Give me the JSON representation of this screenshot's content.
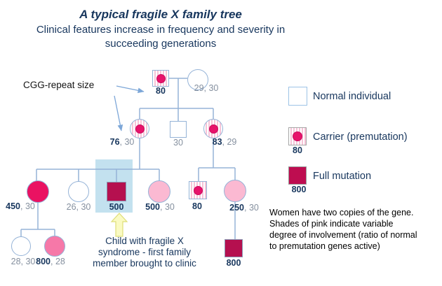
{
  "header": {
    "title": "A typical fragile X family tree",
    "subtitle": "Clinical features increase in frequency and severity in\nsucceeding generations"
  },
  "annotations": {
    "cgg_label": "CGG-repeat size",
    "child_note": "Child with fragile X\nsyndrome - first family\nmember brought to clinic",
    "women_note": "Women have two copies of the gene.\nShades of pink indicate variable\ndegree of involvement (ratio of normal\nto premutation genes active)"
  },
  "legend": {
    "items": [
      {
        "label": "Normal individual",
        "value": ""
      },
      {
        "label": "Carrier (premutation)",
        "value": "80"
      },
      {
        "label": "Full mutation",
        "value": "800"
      }
    ]
  },
  "individuals": {
    "g1_father": {
      "bold": "80",
      "rest": "",
      "type": "carrier-male"
    },
    "g1_mother": {
      "bold": "",
      "rest": "29, 30",
      "type": "normal-female"
    },
    "g2_daughter1": {
      "bold": "76",
      "rest": ", 30",
      "type": "carrier-female"
    },
    "g2_son": {
      "bold": "",
      "rest": "30",
      "type": "normal-male"
    },
    "g2_daughter2": {
      "bold": "83",
      "rest": ", 29",
      "type": "carrier-female"
    },
    "g3_daughter1": {
      "bold": "450",
      "rest": ", 30",
      "type": "affected-female"
    },
    "g3_daughter2": {
      "bold": "",
      "rest": "26, 30",
      "type": "normal-female"
    },
    "g3_son1": {
      "bold": "500",
      "rest": "",
      "type": "full-mutation-male"
    },
    "g3_daughter3": {
      "bold": "500",
      "rest": ", 30",
      "type": "pink-shaded-female"
    },
    "g3_son2": {
      "bold": "80",
      "rest": "",
      "type": "carrier-male"
    },
    "g3_daughter4": {
      "bold": "250",
      "rest": ", 30",
      "type": "pink-shaded-female"
    },
    "g4_daughter1": {
      "bold": "",
      "rest": "28, 30",
      "type": "normal-female"
    },
    "g4_daughter2": {
      "bold": "800",
      "rest": ", 28",
      "type": "pink-shaded-female"
    },
    "g4_son": {
      "bold": "800",
      "rest": "",
      "type": "full-mutation-male"
    }
  },
  "colors": {
    "dark_blue_text": "#17365d",
    "gray_text": "#85909f",
    "line_blue": "#95b3d7",
    "premutation_dot": "#e7136b",
    "affected_solid_pink": "#ea1262",
    "light_pink": "#fbb9d2",
    "medium_pink": "#f678a8",
    "full_mutation": "#b5104f",
    "highlight_box": "#c3e1ef",
    "arrow_yellow": "#fafac2"
  }
}
